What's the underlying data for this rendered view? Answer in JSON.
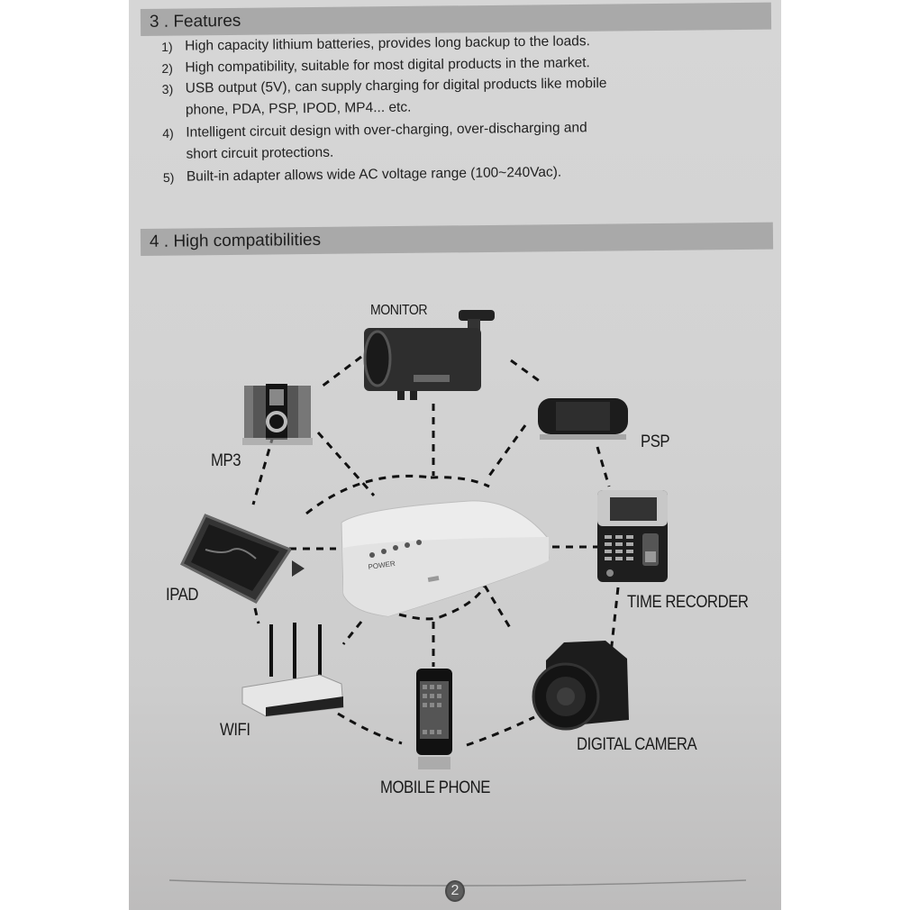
{
  "section3": {
    "title": "3 . Features",
    "items": [
      {
        "num": "1)",
        "lines": [
          "High capacity lithium batteries, provides long backup to the loads."
        ]
      },
      {
        "num": "2)",
        "lines": [
          "High compatibility, suitable for most digital products in the market."
        ]
      },
      {
        "num": "3)",
        "lines": [
          "USB output (5V), can supply charging for digital products like mobile",
          "phone, PDA, PSP, IPOD, MP4... etc."
        ]
      },
      {
        "num": "4)",
        "lines": [
          "Intelligent circuit design with over-charging, over-discharging and",
          "short circuit protections."
        ]
      },
      {
        "num": "5)",
        "lines": [
          "Built-in adapter allows wide AC voltage range (100~240Vac)."
        ]
      }
    ]
  },
  "section4": {
    "title": "4 . High compatibilities",
    "center_device": {
      "name": "UPS power bank",
      "label": "POWER",
      "icon": "router-box-icon"
    },
    "devices": [
      {
        "key": "monitor",
        "label": "MONITOR",
        "icon": "security-camera-icon"
      },
      {
        "key": "mp3",
        "label": "MP3",
        "icon": "mp3-player-icon"
      },
      {
        "key": "psp",
        "label": "PSP",
        "icon": "psp-console-icon"
      },
      {
        "key": "ipad",
        "label": "IPAD",
        "icon": "tablet-icon"
      },
      {
        "key": "time_recorder",
        "label": "TIME RECORDER",
        "icon": "time-recorder-icon"
      },
      {
        "key": "wifi",
        "label": "WIFI",
        "icon": "wifi-router-icon"
      },
      {
        "key": "mobile_phone",
        "label": "MOBILE PHONE",
        "icon": "smartphone-icon"
      },
      {
        "key": "digital_camera",
        "label": "DIGITAL CAMERA",
        "icon": "camera-icon"
      }
    ]
  },
  "footer": {
    "page_number": "2"
  },
  "colors": {
    "page_bg": "#d3d3d3",
    "section_bar": "#a9a9a9",
    "text": "#222222",
    "outer_bg": "#ffffff"
  }
}
